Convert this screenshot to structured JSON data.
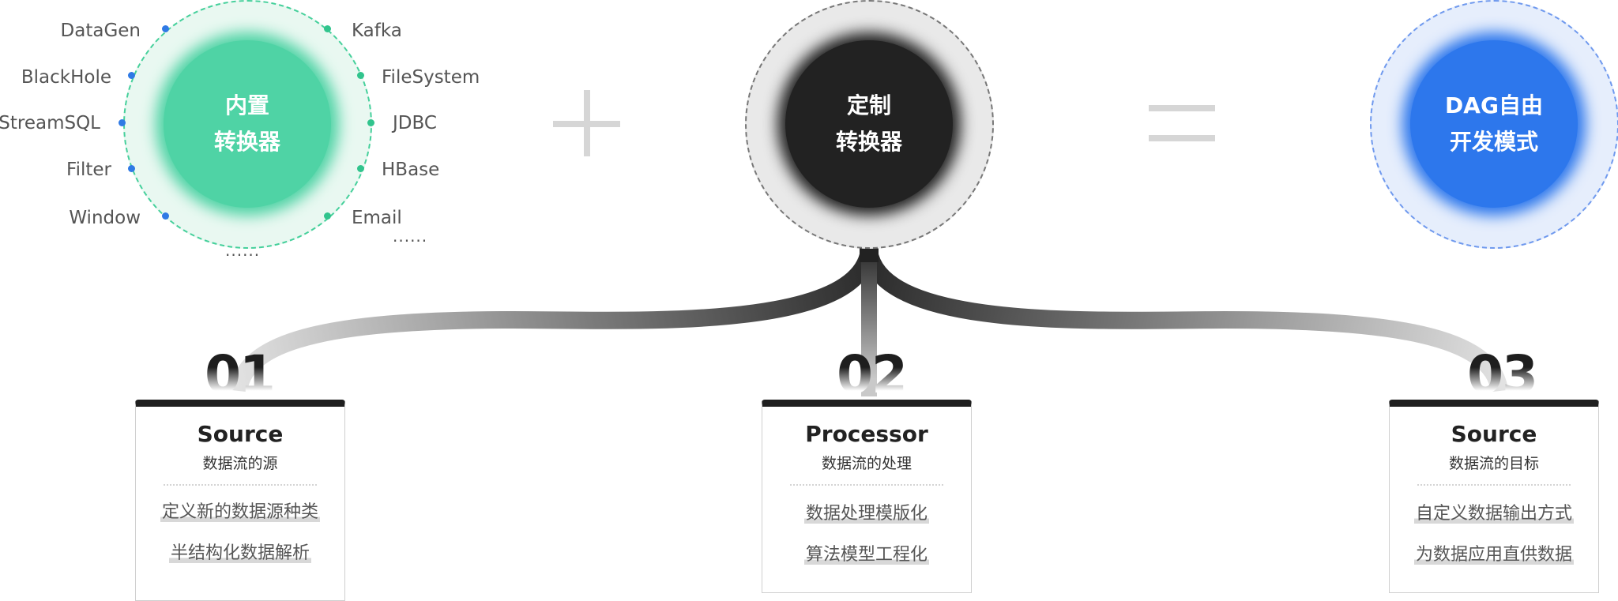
{
  "builtin": {
    "title_line1": "内置",
    "title_line2": "转换器",
    "left_items": [
      "DataGen",
      "BlackHole",
      "StreamSQL",
      "Filter",
      "Window"
    ],
    "right_items": [
      "Kafka",
      "FileSystem",
      "JDBC",
      "HBase",
      "Email"
    ],
    "ellipsis_bottom": "......",
    "ellipsis_right": "......",
    "colors": {
      "circle": "#4fd3a5",
      "halo": "#e9f8f1",
      "left_dot": "#2f7ae5",
      "right_dot": "#31c48d"
    }
  },
  "custom": {
    "title_line1": "定制",
    "title_line2": "转换器",
    "colors": {
      "circle": "#222222",
      "halo": "#e9e9e9"
    }
  },
  "result": {
    "title_line1": "DAG自由",
    "title_line2": "开发模式",
    "colors": {
      "circle": "#2d77ec",
      "halo": "#e6eefc"
    }
  },
  "operators": {
    "plus": "+",
    "equals": "="
  },
  "cards": [
    {
      "number": "01",
      "title": "Source",
      "subtitle": "数据流的源",
      "items": [
        "定义新的数据源种类",
        "半结构化数据解析"
      ]
    },
    {
      "number": "02",
      "title": "Processor",
      "subtitle": "数据流的处理",
      "items": [
        "数据处理模版化",
        "算法模型工程化"
      ]
    },
    {
      "number": "03",
      "title": "Source",
      "subtitle": "数据流的目标",
      "items": [
        "自定义数据输出方式",
        "为数据应用直供数据"
      ]
    }
  ]
}
